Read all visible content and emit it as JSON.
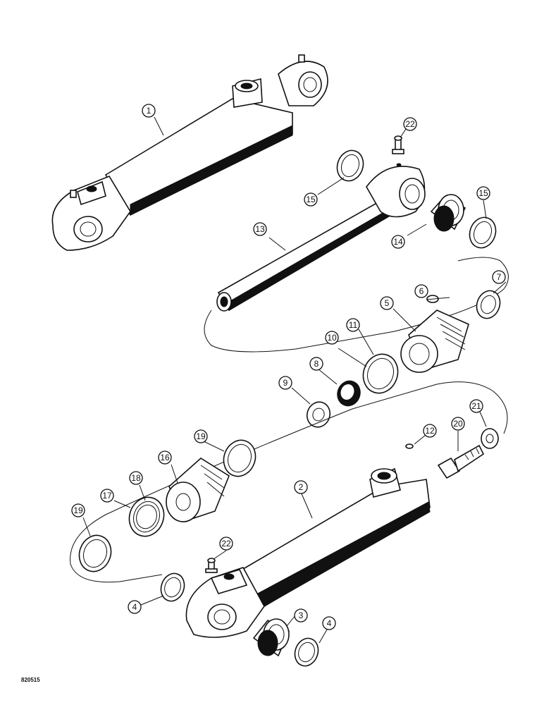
{
  "drawing_id": "820515",
  "callouts": [
    "1",
    "2",
    "3",
    "4",
    "4",
    "5",
    "6",
    "7",
    "8",
    "9",
    "10",
    "11",
    "12",
    "13",
    "14",
    "15",
    "15",
    "16",
    "17",
    "18",
    "19",
    "19",
    "20",
    "21",
    "22",
    "22"
  ]
}
